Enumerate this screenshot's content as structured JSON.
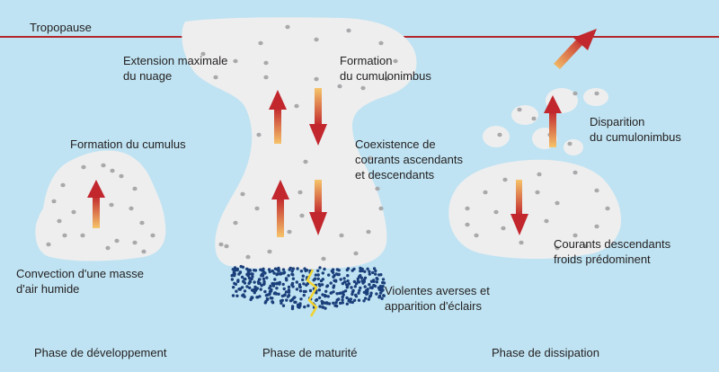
{
  "labels": {
    "tropopause": "Tropopause",
    "extension_maximale": "Extension maximale\ndu nuage",
    "formation_cumulonimbus": "Formation\ndu cumulonimbus",
    "formation_cumulus": "Formation du cumulus",
    "coexistence": "Coexistence de\ncourants ascendants\net descendants",
    "disparition": "Disparition\ndu cumulonimbus",
    "courants_descendants": "Courants descendants\nfroids prédominent",
    "convection": "Convection d'une masse\nd'air humide",
    "averses": "Violentes averses et\napparition d'éclairs"
  },
  "phases": {
    "developpement": "Phase de développement",
    "maturite": "Phase de maturité",
    "dissipation": "Phase de dissipation"
  },
  "colors": {
    "sky": "#bfe3f2",
    "cloud": "#eeeeef",
    "tropopause_line": "#c1272d",
    "arrow_tip": "#c1272d",
    "arrow_base": "#f6c46a",
    "rain_drops": "#1b3f7a",
    "lightning": "#f2d22e"
  }
}
